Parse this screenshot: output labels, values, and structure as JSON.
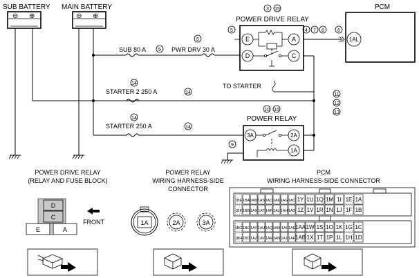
{
  "batteries": {
    "sub": "SUB BATTERY",
    "main": "MAIN BATTERY",
    "neg": "⊖",
    "pos": "⊕"
  },
  "pcm": {
    "title": "PCM",
    "terminal": "1AL"
  },
  "power_drive_relay": {
    "title": "POWER DRIVE RELAY",
    "title_notes": [
      "3",
      "15"
    ],
    "terminals": [
      "E",
      "A",
      "D",
      "C"
    ],
    "note_left": "5",
    "notes_right": [
      "4",
      "7",
      "8"
    ],
    "note_pcm": "6"
  },
  "fuses": {
    "sub80": "SUB 80 A",
    "sub80_note": "5",
    "pwrdrv": "PWR DRV 30 A",
    "pwrdrv_note": "5",
    "starter2": "STARTER 2 250 A",
    "starter2_notes": [
      "14",
      "14"
    ],
    "starter": "STARTER 250 A",
    "starter_notes": [
      "14",
      "14"
    ]
  },
  "to_starter": "TO STARTER",
  "right_notes": [
    "11",
    "12",
    "13"
  ],
  "power_relay": {
    "title": "POWER RELAY",
    "title_notes": [
      "10",
      "15"
    ],
    "terminals": [
      "3A",
      "2A",
      "1A"
    ],
    "ground_note": "9"
  },
  "captions": {
    "pdr": [
      "POWER DRIVE RELAY",
      "(RELAY AND FUSE BLOCK)"
    ],
    "pr": [
      "POWER RELAY",
      "WIRING HARNESS-SIDE",
      "CONNECTOR"
    ],
    "pcm": [
      "PCM",
      "WIRING HARNESS-SIDE CONNECTOR"
    ]
  },
  "pdr_block": {
    "top": "D",
    "mid": "C",
    "bottom_left": "E",
    "bottom_right": "A",
    "front": "FRONT"
  },
  "pr_connectors": [
    "1A",
    "2A",
    "3A"
  ],
  "pcm_connector": {
    "upper_rows": [
      [
        "1BE",
        "1BA",
        "1AW",
        "1AS",
        "1AO",
        "1AK",
        "1AG",
        "1AC",
        "1Y",
        "1U",
        "1Q",
        "1M",
        "1I",
        "1E",
        "1A"
      ],
      [
        "1BF",
        "1BB",
        "1AX",
        "1AT",
        "1AP",
        "1AL",
        "1AH",
        "1AD",
        "1Z",
        "1V",
        "1R",
        "1N",
        "1J",
        "1F",
        "1B"
      ]
    ],
    "lower_rows": [
      [
        "1BG",
        "1BC",
        "1AY",
        "1AU",
        "1AQ",
        "1AM",
        "1AI",
        "1AE",
        "1AA",
        "1W",
        "1S",
        "1O",
        "1K",
        "1G",
        "1C"
      ],
      [
        "1BH",
        "1BD",
        "1AZ",
        "1AV",
        "1AR",
        "1AN",
        "1AJ",
        "1AF",
        "1AB",
        "1X",
        "1T",
        "1P",
        "1L",
        "1H",
        "1D"
      ]
    ]
  }
}
